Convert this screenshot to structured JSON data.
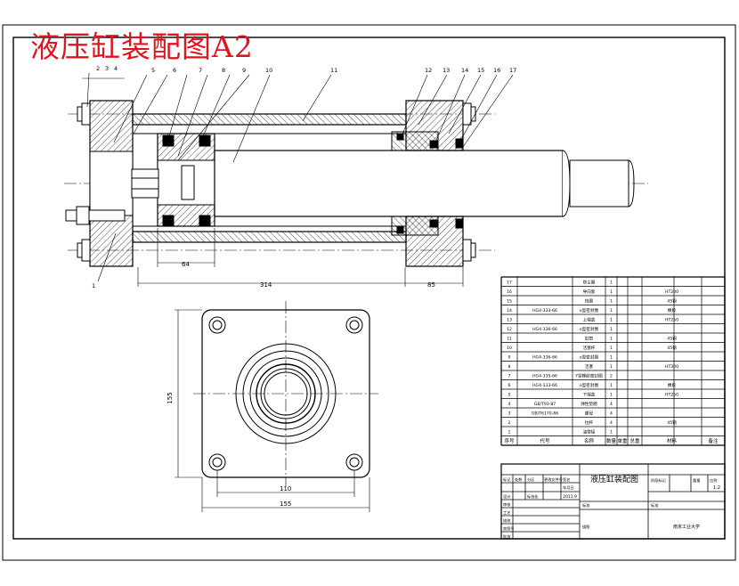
{
  "title": "液压缸装配图A2",
  "callouts": [
    "1",
    "2",
    "3",
    "4",
    "5",
    "6",
    "7",
    "8",
    "9",
    "10",
    "11",
    "12",
    "13",
    "14",
    "15",
    "16",
    "17"
  ],
  "dimensions": {
    "d64": "64",
    "d314": "314",
    "d85": "85",
    "d155v": "155",
    "d110": "110",
    "d155h": "155"
  },
  "bom": {
    "header": [
      "序号",
      "代号",
      "名称",
      "数量",
      "单重",
      "总重",
      "材料",
      "备注"
    ],
    "rows": [
      [
        "17",
        "",
        "防尘圈",
        "1",
        "",
        "",
        "",
        ""
      ],
      [
        "16",
        "",
        "导向套",
        "1",
        "",
        "",
        "HT200",
        ""
      ],
      [
        "15",
        "",
        "挡圈",
        "1",
        "",
        "",
        "45钢",
        ""
      ],
      [
        "14",
        "HG4-333-66",
        "o型密封圈",
        "1",
        "",
        "",
        "橡胶",
        ""
      ],
      [
        "13",
        "",
        "上端盖",
        "1",
        "",
        "",
        "HT250",
        ""
      ],
      [
        "12",
        "HG4-336-66",
        "o型密封圈",
        "1",
        "",
        "",
        "",
        ""
      ],
      [
        "11",
        "",
        "缸筒",
        "1",
        "",
        "",
        "45钢",
        ""
      ],
      [
        "10",
        "",
        "活塞杆",
        "1",
        "",
        "",
        "45钢",
        ""
      ],
      [
        "9",
        "HG4-336-66",
        "o型密封圈",
        "1",
        "",
        "",
        "",
        ""
      ],
      [
        "8",
        "",
        "活塞",
        "1",
        "",
        "",
        "HT300",
        ""
      ],
      [
        "7",
        "HG4-335-66",
        "Y型橡胶密封圈",
        "2",
        "",
        "",
        "",
        ""
      ],
      [
        "6",
        "HG4-333-66",
        "o型密封圈",
        "1",
        "",
        "",
        "橡胶",
        ""
      ],
      [
        "5",
        "",
        "下端盖",
        "1",
        "",
        "",
        "HT250",
        ""
      ],
      [
        "4",
        "GB/T93-87",
        "弹性垫圈",
        "4",
        "",
        "",
        "",
        ""
      ],
      [
        "3",
        "GB/T6170-86",
        "螺母",
        "4",
        "",
        "",
        "",
        ""
      ],
      [
        "2",
        "",
        "拉杆",
        "4",
        "",
        "",
        "45钢",
        ""
      ],
      [
        "1",
        "",
        "油管接",
        "1",
        "",
        "",
        "",
        ""
      ]
    ]
  },
  "titleblock": {
    "drawing_name": "液压缸装配图",
    "school": "南京工业大学",
    "scale": "1:2",
    "date": "2011.9",
    "labels": [
      "标记",
      "处数",
      "分区",
      "更改文件号",
      "签名",
      "年月日",
      "设计",
      "标准化",
      "审核",
      "工艺",
      "批准",
      "阶段标记",
      "重量",
      "比例",
      "共",
      "张",
      "第",
      "张",
      "标准",
      "标准",
      "描图",
      "描校",
      "底图号",
      "签字",
      "日期"
    ]
  }
}
